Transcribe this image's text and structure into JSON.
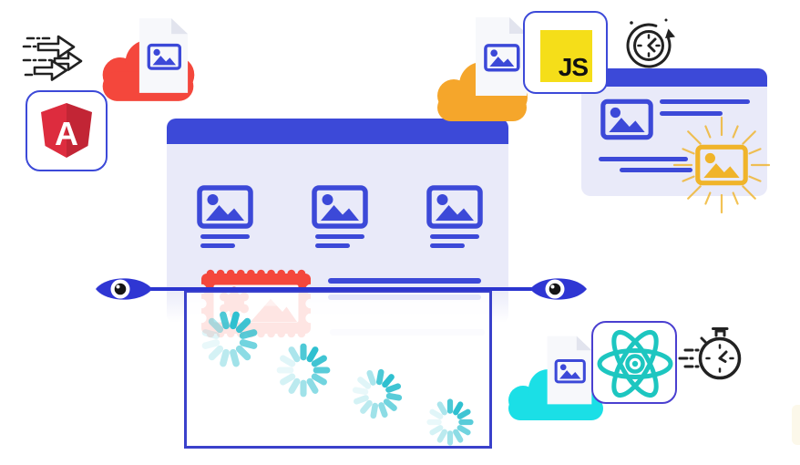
{
  "logos": {
    "angular_letter": "A",
    "js_label": "JS"
  },
  "icons": {
    "speed_arrows": "three-right-arrows-with-motion-dashes",
    "cloud_red": "cloud",
    "cloud_yellow": "cloud",
    "cloud_cyan": "cloud",
    "image_file": "document-with-image-placeholder",
    "image_placeholder": "framed-picture-with-circle-and-mountains",
    "stamp_image": "postage-stamp-with-flower-and-mountain",
    "clock_refresh": "clock-with-circular-arrow",
    "eye": "eye-watching-viewport",
    "loading_spinner": "12-segment-radial-spinner",
    "sunburst_image": "highlighted-image-with-rays",
    "react": "react-atom",
    "angular": "angular-shield",
    "stopwatch": "stopwatch-with-speed-dashes"
  },
  "colors": {
    "indigo": "#3c49d8",
    "indigo_dark": "#2b35cf",
    "lavender": "#e9eaf9",
    "lavender_line": "#dfe3f8",
    "red": "#f4473c",
    "angular_red": "#dd2c3e",
    "angular_red_dark": "#c22535",
    "yellow_cloud": "#f5a62b",
    "js_yellow": "#f5de19",
    "sun_yellow": "#f0b42a",
    "cyan": "#1bdfe6",
    "react_teal": "#1dc6c0",
    "spinner_teal": "#2fc0d0",
    "paper": "#f7f8fb",
    "paper_fold": "#e2e4ee",
    "ink": "#222222"
  },
  "spinners": {
    "count": 4,
    "segments": 12
  }
}
